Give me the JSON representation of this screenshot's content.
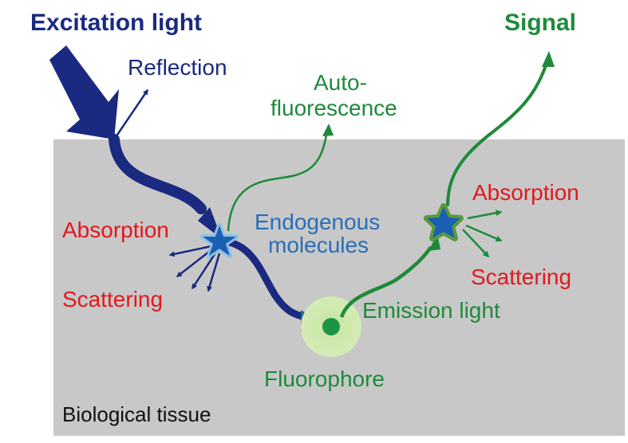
{
  "labels": {
    "excitation": "Excitation light",
    "reflection": "Reflection",
    "auto_line1": "Auto-",
    "auto_line2": "fluorescence",
    "signal": "Signal",
    "absorption_left": "Absorption",
    "scattering_left": "Scattering",
    "endogenous_line1": "Endogenous",
    "endogenous_line2": "molecules",
    "absorption_right": "Absorption",
    "scattering_right": "Scattering",
    "emission": "Emission light",
    "fluorophore": "Fluorophore",
    "tissue": "Biological tissue"
  },
  "colors": {
    "excitation": "#1a2a80",
    "green": "#1e8a3a",
    "red": "#e0191e",
    "blue_text": "#2a6db8",
    "tissue_bg": "#c8c8c8",
    "black": "#111111",
    "star_blue": "#1a5fb4"
  }
}
